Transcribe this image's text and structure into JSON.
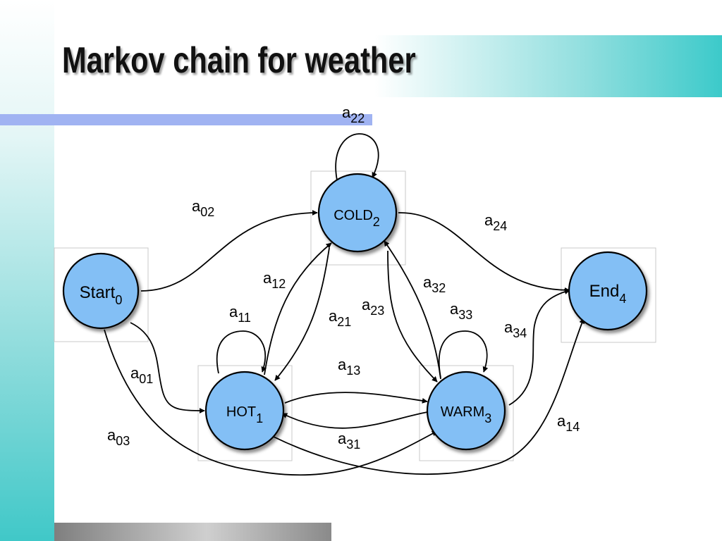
{
  "slide": {
    "title": "Markov chain for weather"
  },
  "states": [
    {
      "id": "start",
      "name": "Start",
      "index": "0"
    },
    {
      "id": "cold",
      "name": "COLD",
      "index": "2"
    },
    {
      "id": "hot",
      "name": "HOT",
      "index": "1"
    },
    {
      "id": "warm",
      "name": "WARM",
      "index": "3"
    },
    {
      "id": "end",
      "name": "End",
      "index": "4"
    }
  ],
  "transitions": [
    {
      "from": "cold",
      "to": "cold",
      "label": "a",
      "sub": "22"
    },
    {
      "from": "start",
      "to": "cold",
      "label": "a",
      "sub": "02"
    },
    {
      "from": "cold",
      "to": "end",
      "label": "a",
      "sub": "24"
    },
    {
      "from": "hot",
      "to": "cold",
      "label": "a",
      "sub": "12"
    },
    {
      "from": "warm",
      "to": "cold",
      "label": "a",
      "sub": "32"
    },
    {
      "from": "hot",
      "to": "hot",
      "label": "a",
      "sub": "11"
    },
    {
      "from": "cold",
      "to": "hot",
      "label": "a",
      "sub": "21"
    },
    {
      "from": "cold",
      "to": "warm",
      "label": "a",
      "sub": "23"
    },
    {
      "from": "warm",
      "to": "warm",
      "label": "a",
      "sub": "33"
    },
    {
      "from": "warm",
      "to": "end",
      "label": "a",
      "sub": "34"
    },
    {
      "from": "start",
      "to": "hot",
      "label": "a",
      "sub": "01"
    },
    {
      "from": "hot",
      "to": "warm",
      "label": "a",
      "sub": "13"
    },
    {
      "from": "warm",
      "to": "hot",
      "label": "a",
      "sub": "31"
    },
    {
      "from": "start",
      "to": "warm",
      "label": "a",
      "sub": "03"
    },
    {
      "from": "hot",
      "to": "end",
      "label": "a",
      "sub": "14"
    }
  ]
}
